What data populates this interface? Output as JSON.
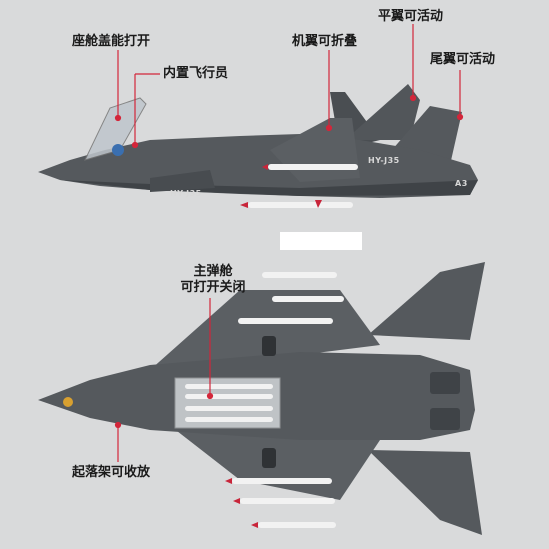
{
  "callouts": {
    "cockpit": "座舱盖能打开",
    "pilot": "内置飞行员",
    "wing_fold": "机翼可折叠",
    "stabilizer": "平翼可活动",
    "tail": "尾翼可活动",
    "bay_line1": "主弹舱",
    "bay_line2": "可打开关闭",
    "gear": "起落架可收放"
  },
  "markings": {
    "tail_code": "HY-J35",
    "fuselage_code": "HY-J35",
    "tail_number": "A3"
  },
  "colors": {
    "background": "#d9dadb",
    "airframe": "#55595d",
    "airframe_dark": "#3f4347",
    "leader_line": "#d3263a",
    "missile": "#f2f2f2",
    "missile_tip": "#c8253a"
  }
}
